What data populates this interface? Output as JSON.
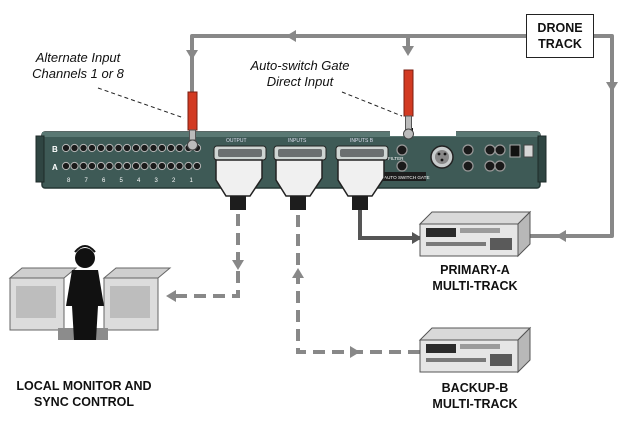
{
  "labels": {
    "alternate_input_line1": "Alternate Input",
    "alternate_input_line2": "Channels 1 or 8",
    "autoswitch_line1": "Auto-switch Gate",
    "autoswitch_line2": "Direct Input",
    "drone_line1": "DRONE",
    "drone_line2": "TRACK",
    "primary_line1": "PRIMARY-A",
    "primary_line2": "MULTI-TRACK",
    "backup_line1": "BACKUP-B",
    "backup_line2": "MULTI-TRACK",
    "monitor_line1": "LOCAL MONITOR AND",
    "monitor_line2": "SYNC CONTROL"
  },
  "panel": {
    "row_a": "A",
    "row_b": "B",
    "channel_numbers": [
      "8",
      "7",
      "6",
      "5",
      "4",
      "3",
      "2",
      "1"
    ],
    "section_output": "OUTPUT",
    "section_inputs": "INPUTS",
    "section_inputs_b": "INPUTS B",
    "autoswitch_label": "AUTO SWITCH GATE",
    "filter_label": "FILTER"
  },
  "colors": {
    "panel": "#3e5a56",
    "cable": "#888888",
    "plug_red": "#d23a22",
    "connector": "#eeeeee"
  }
}
